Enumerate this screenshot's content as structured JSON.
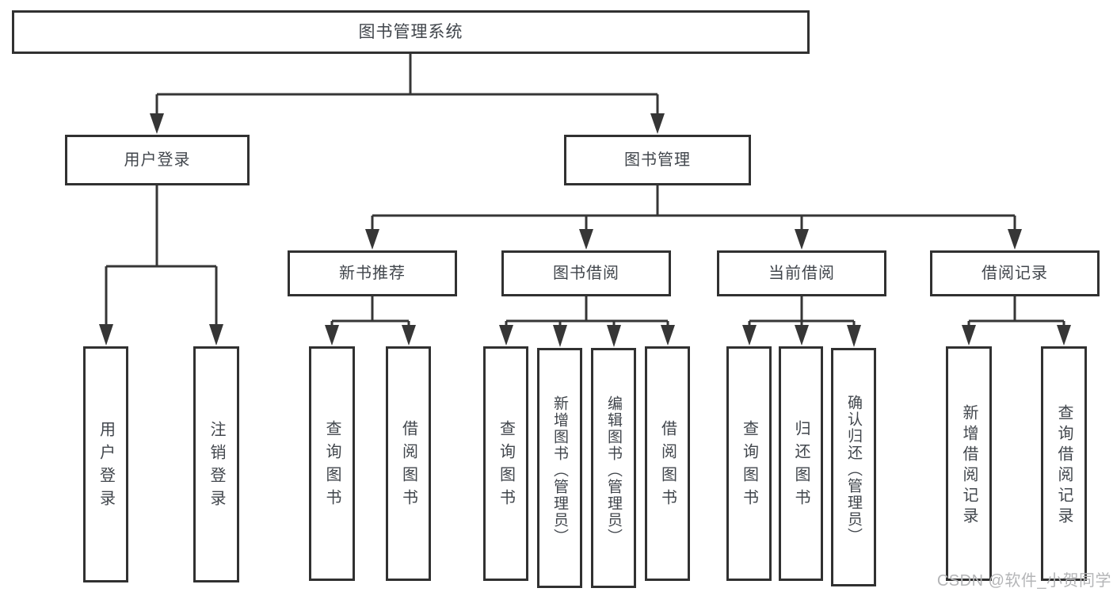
{
  "diagram": {
    "root": "图书管理系统",
    "level2": {
      "user_login": "用户登录",
      "book_management": "图书管理"
    },
    "level3": {
      "new_book_recommend": "新书推荐",
      "book_borrow": "图书借阅",
      "current_borrow": "当前借阅",
      "borrow_records": "借阅记录"
    },
    "leaves": {
      "user_login": "用户登录",
      "logout": "注销登录",
      "query_books_1": "查询图书",
      "borrow_books_1": "借阅图书",
      "query_books_2": "查询图书",
      "add_book_admin": "新增图书（管理员）",
      "edit_book_admin": "编辑图书（管理员）",
      "borrow_books_2": "借阅图书",
      "query_books_3": "查询图书",
      "return_books": "归还图书",
      "confirm_return_admin": "确认归还（管理员）",
      "add_borrow_record": "新增借阅记录",
      "query_borrow_record": "查询借阅记录"
    }
  },
  "watermark": "CSDN @软件_小贺同学",
  "colors": {
    "line": "#363636",
    "border": "#313131",
    "text": "#41464c",
    "watermark": "#b4b5b7"
  }
}
